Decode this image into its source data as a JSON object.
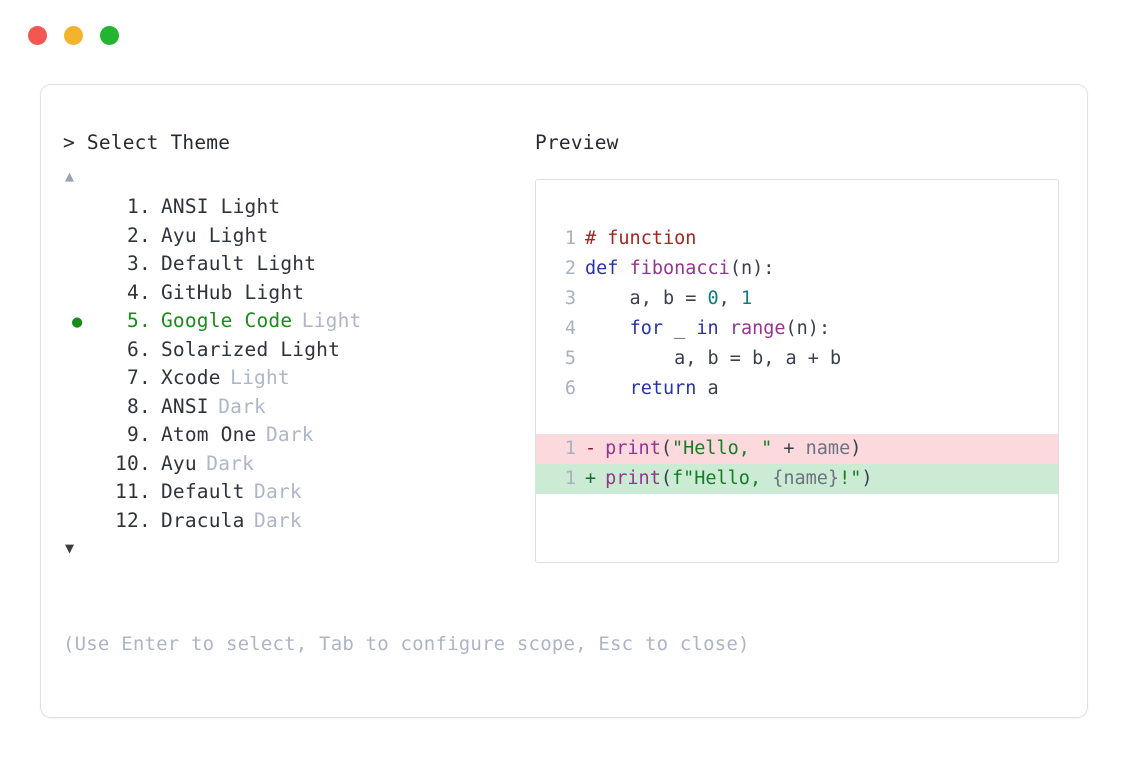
{
  "window": {
    "traffic_lights": [
      {
        "name": "close",
        "color": "#F4574F"
      },
      {
        "name": "minimize",
        "color": "#F5B32C"
      },
      {
        "name": "zoom",
        "color": "#24B431"
      }
    ]
  },
  "prompt": {
    "caret": ">",
    "title": "Select Theme"
  },
  "scroll": {
    "up_glyph": "▲",
    "down_glyph": "▼"
  },
  "list": {
    "selected_index": 5,
    "bullet": "●",
    "dot_separator": ".",
    "items": [
      {
        "index": "1",
        "name": "ANSI Light",
        "variant": "",
        "variant_muted": false,
        "selected": false
      },
      {
        "index": "2",
        "name": "Ayu Light",
        "variant": "",
        "variant_muted": false,
        "selected": false
      },
      {
        "index": "3",
        "name": "Default Light",
        "variant": "",
        "variant_muted": false,
        "selected": false
      },
      {
        "index": "4",
        "name": "GitHub Light",
        "variant": "",
        "variant_muted": false,
        "selected": false
      },
      {
        "index": "5",
        "name": "Google Code",
        "variant": "Light",
        "variant_muted": true,
        "selected": true
      },
      {
        "index": "6",
        "name": "Solarized Light",
        "variant": "",
        "variant_muted": false,
        "selected": false
      },
      {
        "index": "7",
        "name": "Xcode",
        "variant": "Light",
        "variant_muted": true,
        "selected": false
      },
      {
        "index": "8",
        "name": "ANSI",
        "variant": "Dark",
        "variant_muted": true,
        "selected": false
      },
      {
        "index": "9",
        "name": "Atom One",
        "variant": "Dark",
        "variant_muted": true,
        "selected": false
      },
      {
        "index": "10",
        "name": "Ayu",
        "variant": "Dark",
        "variant_muted": true,
        "selected": false
      },
      {
        "index": "11",
        "name": "Default",
        "variant": "Dark",
        "variant_muted": true,
        "selected": false
      },
      {
        "index": "12",
        "name": "Dracula",
        "variant": "Dark",
        "variant_muted": true,
        "selected": false
      }
    ]
  },
  "preview": {
    "label": "Preview",
    "code_lines": [
      {
        "num": "1",
        "tokens": [
          {
            "t": "# function",
            "c": "comment"
          }
        ]
      },
      {
        "num": "2",
        "tokens": [
          {
            "t": "def ",
            "c": "kw"
          },
          {
            "t": "fibonacci",
            "c": "fn"
          },
          {
            "t": "(n):",
            "c": "punct"
          }
        ]
      },
      {
        "num": "3",
        "tokens": [
          {
            "t": "    a, b = ",
            "c": "plain"
          },
          {
            "t": "0",
            "c": "num"
          },
          {
            "t": ", ",
            "c": "plain"
          },
          {
            "t": "1",
            "c": "num"
          }
        ]
      },
      {
        "num": "4",
        "tokens": [
          {
            "t": "    ",
            "c": "plain"
          },
          {
            "t": "for",
            "c": "kw"
          },
          {
            "t": " _ ",
            "c": "plain"
          },
          {
            "t": "in",
            "c": "kw"
          },
          {
            "t": " ",
            "c": "plain"
          },
          {
            "t": "range",
            "c": "fn"
          },
          {
            "t": "(n):",
            "c": "punct"
          }
        ]
      },
      {
        "num": "5",
        "tokens": [
          {
            "t": "        a, b = b, a + b",
            "c": "plain"
          }
        ]
      },
      {
        "num": "6",
        "tokens": [
          {
            "t": "    ",
            "c": "plain"
          },
          {
            "t": "return",
            "c": "kw"
          },
          {
            "t": " a",
            "c": "plain"
          }
        ]
      }
    ],
    "diff_lines": [
      {
        "num": "1",
        "sign": "-",
        "kind": "del",
        "tokens": [
          {
            "t": "print",
            "c": "fn"
          },
          {
            "t": "(",
            "c": "punct"
          },
          {
            "t": "\"Hello, \"",
            "c": "str"
          },
          {
            "t": " + ",
            "c": "plain"
          },
          {
            "t": "name",
            "c": "var"
          },
          {
            "t": ")",
            "c": "punct"
          }
        ]
      },
      {
        "num": "1",
        "sign": "+",
        "kind": "add",
        "tokens": [
          {
            "t": "print",
            "c": "fn"
          },
          {
            "t": "(",
            "c": "punct"
          },
          {
            "t": "f\"Hello, ",
            "c": "str"
          },
          {
            "t": "{name}",
            "c": "var"
          },
          {
            "t": "!\"",
            "c": "str"
          },
          {
            "t": ")",
            "c": "punct"
          }
        ]
      }
    ]
  },
  "hint": {
    "text": "(Use Enter to select, Tab to configure scope, Esc to close)"
  },
  "colors": {
    "selected_green": "#1C8A1C",
    "muted_text": "#AEB6C7",
    "primary_text": "#2F333C",
    "diff_add_bg": "#CBEBD5",
    "diff_del_bg": "#FBD9DC",
    "card_border": "#DFE1E8"
  }
}
